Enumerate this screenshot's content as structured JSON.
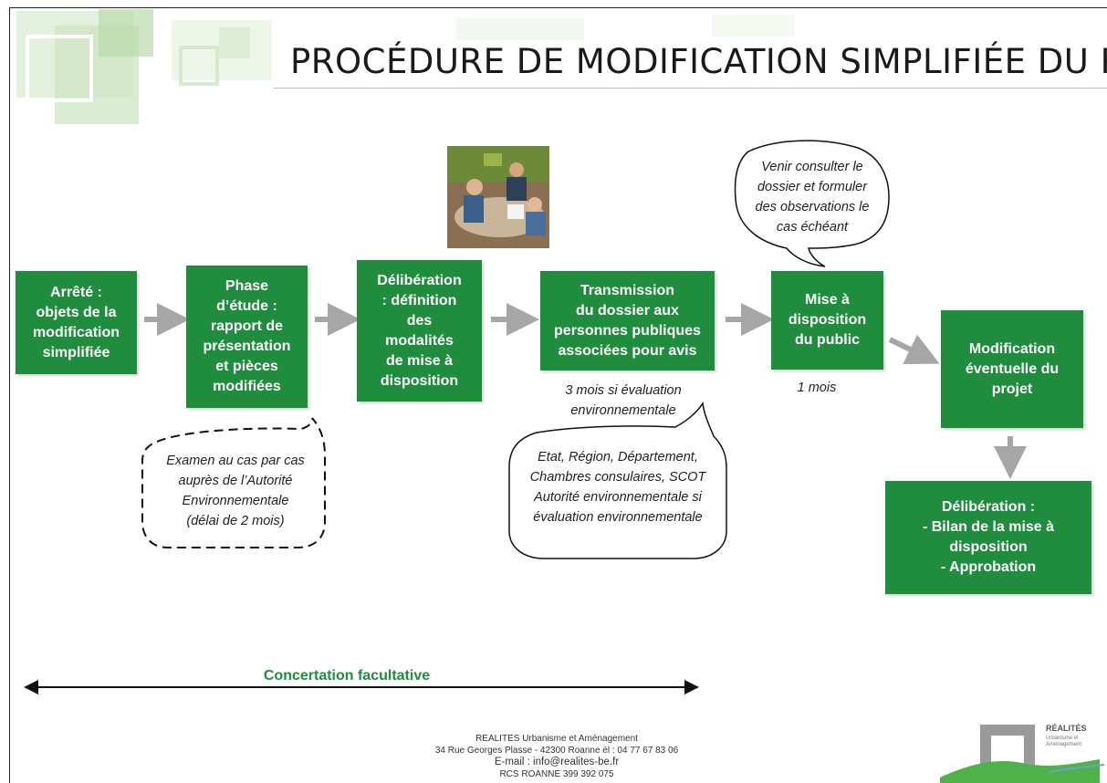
{
  "title": "PROCÉDURE DE MODIFICATION SIMPLIFIÉE DU PLU",
  "steps": {
    "arrete": "Arrêté :\nobjets de la\nmodification\nsimplifiée",
    "etude": "Phase\nd’étude :\nrapport de\nprésentation\net pièces\nmodifiées",
    "deliberation1": "Délibération\n: définition\ndes\nmodalités\nde mise à\ndisposition",
    "transmission": "Transmission\ndu dossier aux\npersonnes publiques\nassociées pour avis",
    "mise_disposition": "Mise à\ndisposition\ndu public",
    "modification": "Modification\néventuelle du\nprojet",
    "deliberation2": "Délibération :\n- Bilan de la mise à\ndisposition\n- Approbation"
  },
  "notes": {
    "trois_mois": "3 mois si évaluation\nenvironnementale",
    "un_mois": "1 mois"
  },
  "bubbles": {
    "autorite": "Examen au cas par cas\nauprès de l’Autorité\nEnvironnementale\n(délai de 2 mois)",
    "ppa": "Etat, Région, Département,\nChambres consulaires, SCOT\nAutorité environnementale si\névaluation environnementale",
    "public": "Venir consulter le\ndossier et formuler\ndes observations le\ncas échéant"
  },
  "concertation": "Concertation facultative",
  "footer": {
    "company": "REALITES Urbanisme et Aménagement",
    "address": "34 Rue Georges Plasse - 42300 Roanne él : 04 77 67 83 06",
    "email": "E-mail : info@realites-be.fr",
    "rcs": "RCS ROANNE 399 392 075"
  },
  "logo": {
    "name": "RÉALITÉS",
    "tagline": "Urbanisme et\nAménagement"
  },
  "colors": {
    "box_green": "#1f8c3e",
    "arrow_gray": "#a6a6a6",
    "decor_green": "#a9d39a"
  }
}
